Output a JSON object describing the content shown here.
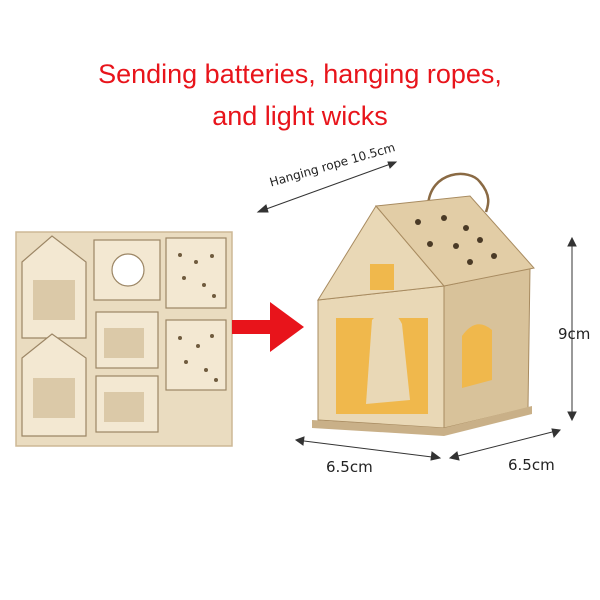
{
  "headline": {
    "line1": "Sending batteries, hanging ropes,",
    "line2": "and light wicks"
  },
  "dimensions": {
    "rope": "Hanging rope 10.5cm",
    "height": "9cm",
    "width_front": "6.5cm",
    "width_side": "6.5cm"
  },
  "colors": {
    "headline": "#e8141b",
    "arrow": "#e8141b",
    "wood": "#e6d2ad"
  }
}
